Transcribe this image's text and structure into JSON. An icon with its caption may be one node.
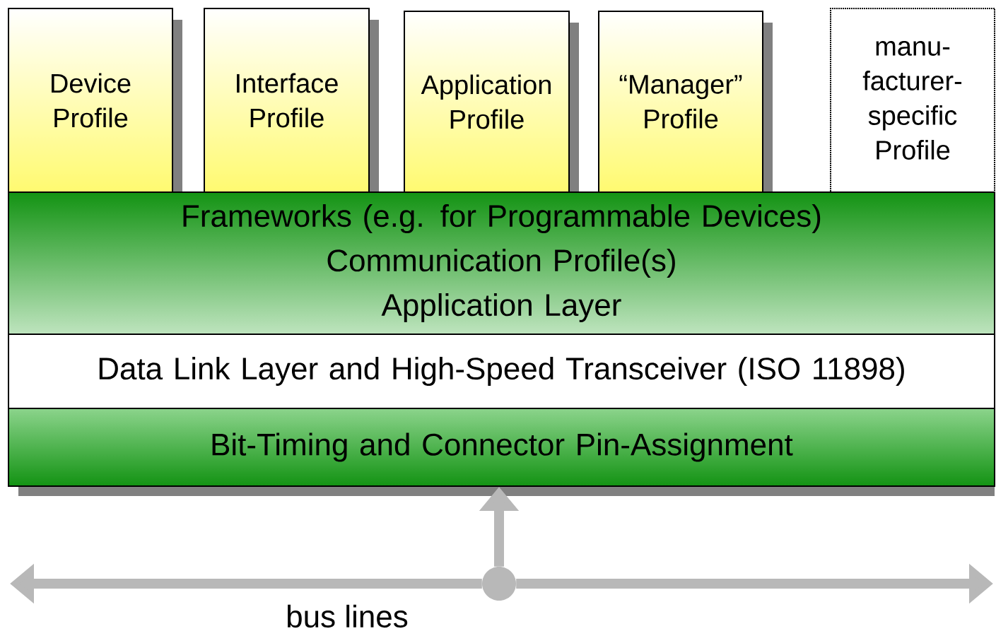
{
  "diagram": {
    "nodes": [
      {
        "text": [
          "Device Profile"
        ]
      },
      {
        "text": [
          "Interface Profile"
        ]
      },
      {
        "text": [
          "Application Profile"
        ]
      },
      {
        "text": [
          "“Manager” Profile"
        ]
      },
      {
        "text": [
          "manu- facturer- specific Profile"
        ]
      },
      {
        "text": [
          "Frameworks (e.g. for Programmable Devices)",
          "Communication Profile(s)",
          "Application Layer"
        ]
      },
      {
        "text": [
          "Data Link Layer and High-Speed Transceiver (ISO 11898)"
        ]
      },
      {
        "text": [
          "Bit-Timing and Connector Pin-Assignment"
        ]
      },
      {
        "text": [],
        "shape": "circle"
      }
    ],
    "edges": [
      {
        "from": 8,
        "to": 7,
        "arrow": "to"
      },
      {
        "from": 8,
        "to": null,
        "arrow": "to"
      },
      {
        "from": 8,
        "to": null,
        "arrow": "to"
      }
    ],
    "labels": [
      "bus lines"
    ]
  }
}
